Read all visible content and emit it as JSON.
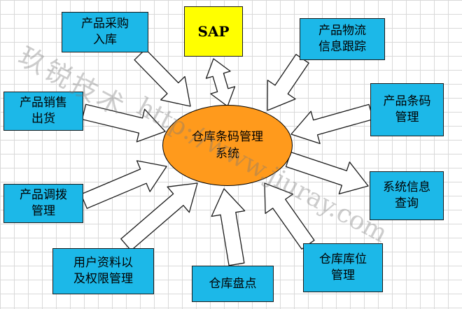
{
  "center": {
    "label": "仓库条码管理\n系统"
  },
  "erp_box": {
    "label": "SAP"
  },
  "modules": {
    "purchase_in": "产品采购\n入库",
    "logistics_tracking": "产品物流\n信息跟踪",
    "sales_out": "产品销售\n出货",
    "barcode_mgmt": "产品条码\n管理",
    "transfer_mgmt": "产品调拨\n管理",
    "system_query": "系统信息\n查询",
    "user_permission": "用户资料以\n及权限管理",
    "inventory_count": "仓库盘点",
    "location_mgmt": "仓库库位\n管理"
  },
  "watermarks": {
    "company": "玖锐技术",
    "url": "http://www.jiuray.com"
  },
  "colors": {
    "module_fill": "#1cb8e8",
    "erp_fill": "#ffff00",
    "center_fill": "#ff9a1c",
    "arrow_fill": "#ffffff",
    "outline": "#1a1a1a"
  }
}
